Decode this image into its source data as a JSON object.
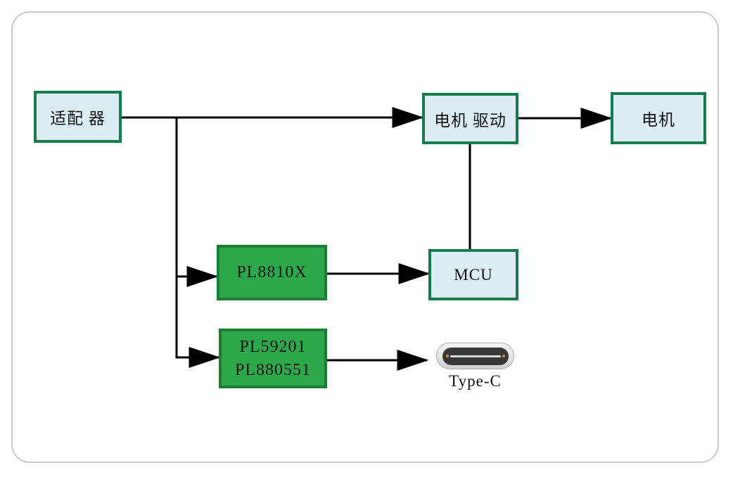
{
  "colors": {
    "frame-border": "#c9c9c9",
    "light-fill": "#dcedf3",
    "light-border": "#177c4d",
    "green-fill": "#2ca84a",
    "green-border": "#1f7c35",
    "line": "#000000",
    "text": "#111111"
  },
  "nodes": {
    "adapter": {
      "label": "适配 器"
    },
    "motor_driver": {
      "label": "电机 驱动"
    },
    "motor": {
      "label": "电机"
    },
    "pl8810x": {
      "label": "PL8810X"
    },
    "mcu": {
      "label": "MCU"
    },
    "usb_chips": {
      "line1": "PL59201",
      "line2": "PL880551"
    },
    "typec": {
      "label": "Type-C"
    }
  },
  "connections": [
    {
      "from": "适配 器",
      "to": "电机 驱动",
      "arrow": true
    },
    {
      "from": "适配 器",
      "to": "PL8810X",
      "arrow": true
    },
    {
      "from": "适配 器",
      "to": "PL59201/PL880551",
      "arrow": true
    },
    {
      "from": "PL8810X",
      "to": "MCU",
      "arrow": true
    },
    {
      "from": "PL59201/PL880551",
      "to": "Type-C",
      "arrow": true
    },
    {
      "from": "电机 驱动",
      "to": "电机",
      "arrow": true
    },
    {
      "from": "电机 驱动",
      "to": "MCU",
      "arrow": false
    }
  ]
}
